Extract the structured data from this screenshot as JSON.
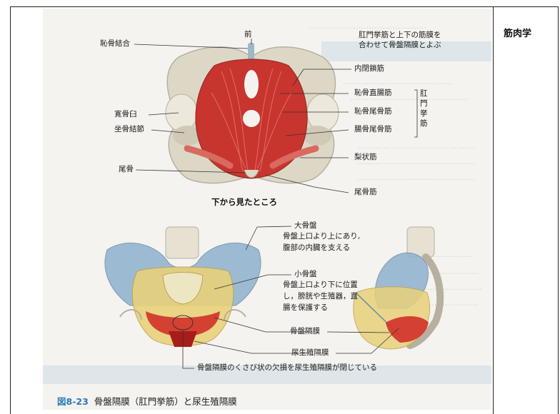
{
  "side_heading": "筋肉学",
  "figure": {
    "top": {
      "front_label": "前",
      "note_line1": "肛門挙筋と上下の筋膜を",
      "note_line2": "合わせて骨盤隔膜とよぶ",
      "view_label": "下から見たところ",
      "left_labels": [
        "恥骨結合",
        "寛骨臼",
        "坐骨結節",
        "尾骨"
      ],
      "right_labels": [
        "内閉鎖筋",
        "恥骨直腸筋",
        "恥骨尾骨筋",
        "腸骨尾骨筋",
        "梨状筋",
        "尾骨筋"
      ],
      "group_label": "肛門挙筋"
    },
    "bottom": {
      "greater_pelvis": {
        "title": "大骨盤",
        "desc_line1": "骨盤上口より上にあり,",
        "desc_line2": "腹部の内臓を支える"
      },
      "lesser_pelvis": {
        "title": "小骨盤",
        "desc_line1": "骨盤上口より下に位置",
        "desc_line2": "し，膀胱や生殖器，直",
        "desc_line3": "腸を保護する"
      },
      "pelvic_diaphragm": "骨盤隔膜",
      "urogenital_diaphragm": "尿生殖隔膜",
      "bottom_note": "骨盤隔膜のくさび状の欠損を尿生殖隔膜が閉じている"
    },
    "caption_number": "図8-23",
    "caption_text": "骨盤隔膜（肛門挙筋）と尿生殖隔膜"
  },
  "colors": {
    "muscle": "#c8352e",
    "bone": "#ddd8c6",
    "greater_pelvis": "#8fb1cf",
    "lesser_pelvis": "#e8d27a",
    "caption_accent": "#2b78b8"
  }
}
